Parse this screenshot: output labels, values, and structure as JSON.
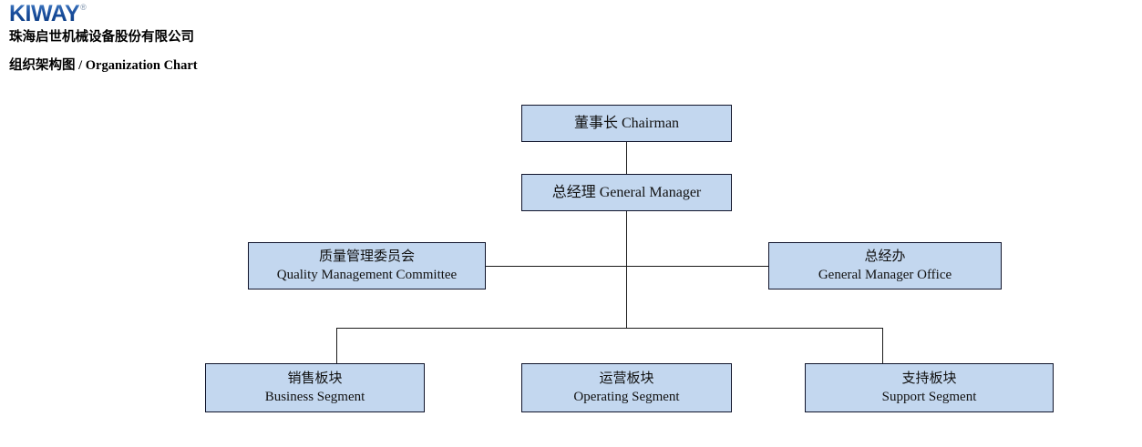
{
  "header": {
    "logo_text": "KIWAY",
    "logo_registered": "®",
    "company_name": "珠海启世机械设备股份有限公司",
    "chart_title_cn": "组织架构图",
    "chart_title_sep": " / ",
    "chart_title_en": "Organization Chart"
  },
  "colors": {
    "logo_blue": "#1a4f9c",
    "node_fill": "#c3d7ef",
    "node_border": "#10142b",
    "connector": "#1a1a1a",
    "background": "#ffffff"
  },
  "chart": {
    "type": "org-chart",
    "nodes": [
      {
        "id": "chairman",
        "level": 0,
        "cn": "董事长",
        "en": "Chairman",
        "layout": "single-line"
      },
      {
        "id": "general-manager",
        "level": 1,
        "cn": "总经理",
        "en": "General Manager",
        "layout": "single-line"
      },
      {
        "id": "quality-management-committee",
        "level": 2,
        "cn": "质量管理委员会",
        "en": "Quality Management Committee",
        "layout": "two-line",
        "side": "left"
      },
      {
        "id": "general-manager-office",
        "level": 2,
        "cn": "总经办",
        "en": "General Manager Office",
        "layout": "two-line",
        "side": "right"
      },
      {
        "id": "business-segment",
        "level": 3,
        "cn": "销售板块",
        "en": "Business Segment",
        "layout": "two-line"
      },
      {
        "id": "operating-segment",
        "level": 3,
        "cn": "运营板块",
        "en": "Operating Segment",
        "layout": "two-line"
      },
      {
        "id": "support-segment",
        "level": 3,
        "cn": "支持板块",
        "en": "Support Segment",
        "layout": "two-line"
      }
    ],
    "edges": [
      {
        "from": "chairman",
        "to": "general-manager"
      },
      {
        "from": "general-manager",
        "to": "quality-management-committee"
      },
      {
        "from": "general-manager",
        "to": "general-manager-office"
      },
      {
        "from": "general-manager",
        "to": "business-segment"
      },
      {
        "from": "general-manager",
        "to": "operating-segment"
      },
      {
        "from": "general-manager",
        "to": "support-segment"
      }
    ]
  }
}
